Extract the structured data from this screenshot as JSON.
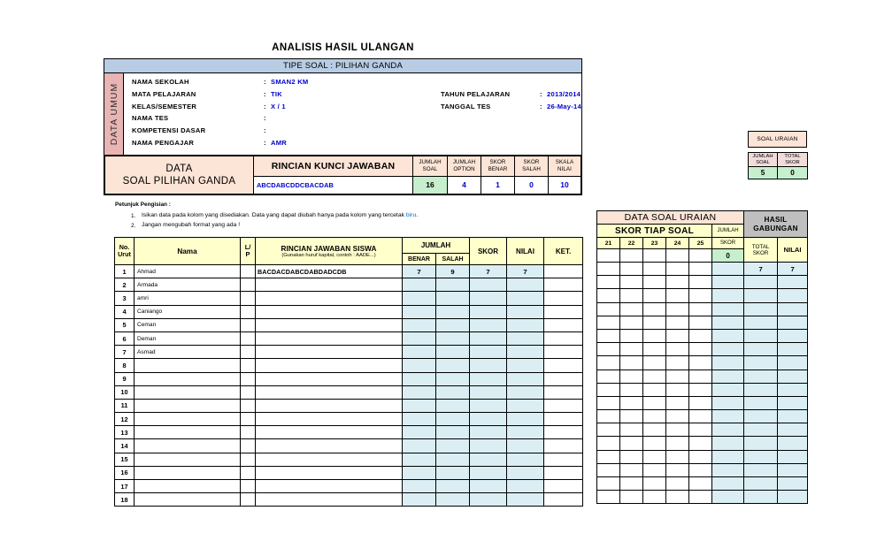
{
  "title": "ANALISIS HASIL ULANGAN",
  "tipe_soal": "TIPE SOAL : PILIHAN GANDA",
  "data_umum": {
    "side_label": "DATA UMUM",
    "rows": [
      {
        "label": "NAMA SEKOLAH",
        "colon": ":",
        "value": "SMAN2 KM",
        "label2": "",
        "colon2": "",
        "value2": ""
      },
      {
        "label": "MATA PELAJARAN",
        "colon": ":",
        "value": "TIK",
        "label2": "TAHUN PELAJARAN",
        "colon2": ":",
        "value2": "2013/2014"
      },
      {
        "label": "KELAS/SEMESTER",
        "colon": ":",
        "value": "X / 1",
        "label2": "TANGGAL TES",
        "colon2": ":",
        "value2": "26-May-14"
      },
      {
        "label": "NAMA TES",
        "colon": ":",
        "value": "",
        "label2": "",
        "colon2": "",
        "value2": ""
      },
      {
        "label": "KOMPETENSI DASAR",
        "colon": ":",
        "value": "",
        "label2": "",
        "colon2": "",
        "value2": ""
      },
      {
        "label": "NAMA PENGAJAR",
        "colon": ":",
        "value": "AMR",
        "label2": "",
        "colon2": "",
        "value2": ""
      }
    ]
  },
  "data_pg": {
    "title_line1": "DATA",
    "title_line2": "SOAL PILIHAN GANDA",
    "rincian_header": "RINCIAN KUNCI JAWABAN",
    "answer_key": "ABCDABCDDCBACDAB",
    "cols": [
      {
        "line1": "JUMLAH",
        "line2": "SOAL",
        "value": "16"
      },
      {
        "line1": "JUMLAH",
        "line2": "OPTION",
        "value": "4"
      },
      {
        "line1": "SKOR",
        "line2": "BENAR",
        "value": "1"
      },
      {
        "line1": "SKOR",
        "line2": "SALAH",
        "value": "0"
      },
      {
        "line1": "SKALA",
        "line2": "NILAI",
        "value": "10"
      }
    ]
  },
  "petunjuk": {
    "heading": "Petunjuk Pengisian :",
    "items": [
      {
        "num": "1.",
        "text_before": "Isikan data pada kolom yang disediakan. Data yang dapat diubah hanya pada kolom yang tercetak ",
        "highlight": "biru",
        "text_after": "."
      },
      {
        "num": "2.",
        "text_before": "Jangan mengubah format yang ada !",
        "highlight": "",
        "text_after": ""
      }
    ]
  },
  "main_table": {
    "headers": {
      "no_urut_l1": "No.",
      "no_urut_l2": "Urut",
      "nama": "Nama",
      "lp_l1": "L/",
      "lp_l2": "P",
      "rincian_jawaban": "RINCIAN JAWABAN SISWA",
      "rincian_hint": "(Gunakan huruf kapital, contoh : AADE...)",
      "jumlah": "JUMLAH",
      "benar": "BENAR",
      "salah": "SALAH",
      "skor": "SKOR",
      "nilai": "NILAI",
      "ket": "KET."
    },
    "rows": [
      {
        "no": "1",
        "nama": "Ahmad",
        "lp": "",
        "jawaban": "BACDACDABCDABDADCDB",
        "benar": "7",
        "salah": "9",
        "skor": "7",
        "nilai": "7",
        "ket": ""
      },
      {
        "no": "2",
        "nama": "Armada",
        "lp": "",
        "jawaban": "",
        "benar": "",
        "salah": "",
        "skor": "",
        "nilai": "",
        "ket": ""
      },
      {
        "no": "3",
        "nama": "amri",
        "lp": "",
        "jawaban": "",
        "benar": "",
        "salah": "",
        "skor": "",
        "nilai": "",
        "ket": ""
      },
      {
        "no": "4",
        "nama": "Caniango",
        "lp": "",
        "jawaban": "",
        "benar": "",
        "salah": "",
        "skor": "",
        "nilai": "",
        "ket": ""
      },
      {
        "no": "5",
        "nama": "Ceman",
        "lp": "",
        "jawaban": "",
        "benar": "",
        "salah": "",
        "skor": "",
        "nilai": "",
        "ket": ""
      },
      {
        "no": "6",
        "nama": "Deman",
        "lp": "",
        "jawaban": "",
        "benar": "",
        "salah": "",
        "skor": "",
        "nilai": "",
        "ket": ""
      },
      {
        "no": "7",
        "nama": "Asmad",
        "lp": "",
        "jawaban": "",
        "benar": "",
        "salah": "",
        "skor": "",
        "nilai": "",
        "ket": ""
      },
      {
        "no": "8",
        "nama": "",
        "lp": "",
        "jawaban": "",
        "benar": "",
        "salah": "",
        "skor": "",
        "nilai": "",
        "ket": ""
      },
      {
        "no": "9",
        "nama": "",
        "lp": "",
        "jawaban": "",
        "benar": "",
        "salah": "",
        "skor": "",
        "nilai": "",
        "ket": ""
      },
      {
        "no": "10",
        "nama": "",
        "lp": "",
        "jawaban": "",
        "benar": "",
        "salah": "",
        "skor": "",
        "nilai": "",
        "ket": ""
      },
      {
        "no": "11",
        "nama": "",
        "lp": "",
        "jawaban": "",
        "benar": "",
        "salah": "",
        "skor": "",
        "nilai": "",
        "ket": ""
      },
      {
        "no": "12",
        "nama": "",
        "lp": "",
        "jawaban": "",
        "benar": "",
        "salah": "",
        "skor": "",
        "nilai": "",
        "ket": ""
      },
      {
        "no": "13",
        "nama": "",
        "lp": "",
        "jawaban": "",
        "benar": "",
        "salah": "",
        "skor": "",
        "nilai": "",
        "ket": ""
      },
      {
        "no": "14",
        "nama": "",
        "lp": "",
        "jawaban": "",
        "benar": "",
        "salah": "",
        "skor": "",
        "nilai": "",
        "ket": ""
      },
      {
        "no": "15",
        "nama": "",
        "lp": "",
        "jawaban": "",
        "benar": "",
        "salah": "",
        "skor": "",
        "nilai": "",
        "ket": ""
      },
      {
        "no": "16",
        "nama": "",
        "lp": "",
        "jawaban": "",
        "benar": "",
        "salah": "",
        "skor": "",
        "nilai": "",
        "ket": ""
      },
      {
        "no": "17",
        "nama": "",
        "lp": "",
        "jawaban": "",
        "benar": "",
        "salah": "",
        "skor": "",
        "nilai": "",
        "ket": ""
      },
      {
        "no": "18",
        "nama": "",
        "lp": "",
        "jawaban": "",
        "benar": "",
        "salah": "",
        "skor": "",
        "nilai": "",
        "ket": ""
      }
    ]
  },
  "soal_uraian_panel": {
    "title": "SOAL URAIAN",
    "col1_l1": "JUMLAH",
    "col1_l2": "SOAL",
    "col1_value": "5",
    "col2_l1": "TOTAL",
    "col2_l2": "SKOR",
    "col2_value": "0"
  },
  "right_table": {
    "data_soal_uraian": "DATA SOAL URAIAN",
    "hasil_l1": "HASIL",
    "hasil_l2": "GABUNGAN",
    "skor_tiap_soal": "SKOR TIAP SOAL",
    "jumlah": "JUMLAH",
    "skor": "SKOR",
    "total_l1": "TOTAL",
    "total_l2": "SKOR",
    "nilai": "NILAI",
    "question_numbers": [
      "21",
      "22",
      "23",
      "24",
      "25"
    ],
    "jumlah_skor_value": "0",
    "rows": [
      {
        "q": [
          "",
          "",
          "",
          "",
          ""
        ],
        "jumlah": "",
        "total": "7",
        "nilai": "7"
      },
      {
        "q": [
          "",
          "",
          "",
          "",
          ""
        ],
        "jumlah": "",
        "total": "",
        "nilai": ""
      },
      {
        "q": [
          "",
          "",
          "",
          "",
          ""
        ],
        "jumlah": "",
        "total": "",
        "nilai": ""
      },
      {
        "q": [
          "",
          "",
          "",
          "",
          ""
        ],
        "jumlah": "",
        "total": "",
        "nilai": ""
      },
      {
        "q": [
          "",
          "",
          "",
          "",
          ""
        ],
        "jumlah": "",
        "total": "",
        "nilai": ""
      },
      {
        "q": [
          "",
          "",
          "",
          "",
          ""
        ],
        "jumlah": "",
        "total": "",
        "nilai": ""
      },
      {
        "q": [
          "",
          "",
          "",
          "",
          ""
        ],
        "jumlah": "",
        "total": "",
        "nilai": ""
      },
      {
        "q": [
          "",
          "",
          "",
          "",
          ""
        ],
        "jumlah": "",
        "total": "",
        "nilai": ""
      },
      {
        "q": [
          "",
          "",
          "",
          "",
          ""
        ],
        "jumlah": "",
        "total": "",
        "nilai": ""
      },
      {
        "q": [
          "",
          "",
          "",
          "",
          ""
        ],
        "jumlah": "",
        "total": "",
        "nilai": ""
      },
      {
        "q": [
          "",
          "",
          "",
          "",
          ""
        ],
        "jumlah": "",
        "total": "",
        "nilai": ""
      },
      {
        "q": [
          "",
          "",
          "",
          "",
          ""
        ],
        "jumlah": "",
        "total": "",
        "nilai": ""
      },
      {
        "q": [
          "",
          "",
          "",
          "",
          ""
        ],
        "jumlah": "",
        "total": "",
        "nilai": ""
      },
      {
        "q": [
          "",
          "",
          "",
          "",
          ""
        ],
        "jumlah": "",
        "total": "",
        "nilai": ""
      },
      {
        "q": [
          "",
          "",
          "",
          "",
          ""
        ],
        "jumlah": "",
        "total": "",
        "nilai": ""
      },
      {
        "q": [
          "",
          "",
          "",
          "",
          ""
        ],
        "jumlah": "",
        "total": "",
        "nilai": ""
      },
      {
        "q": [
          "",
          "",
          "",
          "",
          ""
        ],
        "jumlah": "",
        "total": "",
        "nilai": ""
      },
      {
        "q": [
          "",
          "",
          "",
          "",
          ""
        ],
        "jumlah": "",
        "total": "",
        "nilai": ""
      }
    ]
  },
  "colors": {
    "header_blue": "#b8cce4",
    "side_pink": "#e8b4b4",
    "peach": "#fce4d6",
    "yellow": "#ffffcc",
    "green": "#c6efce",
    "light_blue": "#daeef3",
    "gray": "#bfbfbf",
    "blue_text": "#0000cc"
  }
}
